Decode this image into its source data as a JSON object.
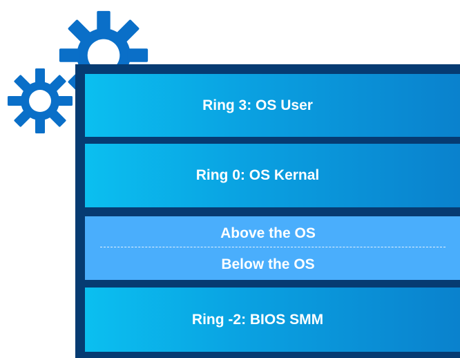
{
  "diagram": {
    "rings": [
      {
        "id": "ring-3",
        "label": "Ring 3: OS User"
      },
      {
        "id": "ring-0",
        "label": "Ring 0: OS Kernal"
      },
      {
        "id": "ring-neg2",
        "label": "Ring -2: BIOS SMM"
      }
    ],
    "boundary": {
      "above_label": "Above the OS",
      "below_label": "Below the OS"
    },
    "icons": [
      "gear-icon",
      "gear-icon"
    ],
    "colors": {
      "frame": "#063b72",
      "ring_gradient_start": "#0bbff0",
      "ring_gradient_end": "#0a80cc",
      "boundary": "#4aaefc",
      "gear": "#0a6fc8"
    }
  }
}
